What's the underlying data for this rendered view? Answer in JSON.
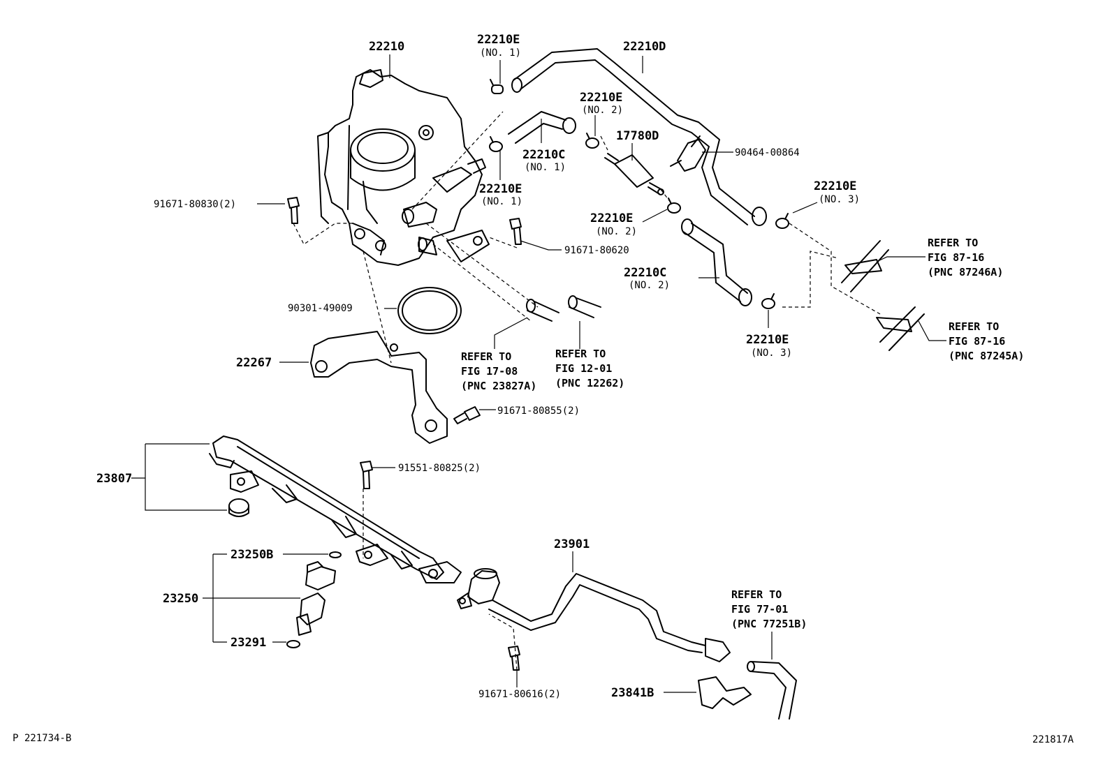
{
  "labels": {
    "l22210": "22210",
    "l22210E_a": "22210E",
    "l22210E_a_sub": "(NO. 1)",
    "l22210D": "22210D",
    "l22210E_b": "22210E",
    "l22210E_b_sub": "(NO. 2)",
    "l17780D": "17780D",
    "l90464": "90464-00864",
    "l22210C_a": "22210C",
    "l22210C_a_sub": "(NO. 1)",
    "l22210E_c": "22210E",
    "l22210E_c_sub": "(NO. 1)",
    "l22210E_d": "22210E",
    "l22210E_d_sub": "(NO. 3)",
    "l91671_80830": "91671-80830(2)",
    "l22210E_e": "22210E",
    "l22210E_e_sub": "(NO. 2)",
    "l91671_80620": "91671-80620",
    "l22210C_b": "22210C",
    "l22210C_b_sub": "(NO. 2)",
    "l90301": "90301-49009",
    "l22210E_f": "22210E",
    "l22210E_f_sub": "(NO. 3)",
    "l22267": "22267",
    "l91671_80855": "91671-80855(2)",
    "l23807": "23807",
    "l91551": "91551-80825(2)",
    "l23901": "23901",
    "l23250B": "23250B",
    "l23250": "23250",
    "l23291": "23291",
    "l91671_80616": "91671-80616(2)",
    "l23841B": "23841B"
  },
  "references": {
    "ref_a": [
      "REFER TO",
      "FIG 17-08",
      "(PNC 23827A)"
    ],
    "ref_b": [
      "REFER TO",
      "FIG 12-01",
      "(PNC 12262)"
    ],
    "ref_c": [
      "REFER TO",
      "FIG 87-16",
      "(PNC 87246A)"
    ],
    "ref_d": [
      "REFER TO",
      "FIG 87-16",
      "(PNC 87245A)"
    ],
    "ref_e": [
      "REFER TO",
      "FIG 77-01",
      "(PNC 77251B)"
    ]
  },
  "footer": {
    "left": "P  221734-B",
    "right": "221817A"
  }
}
